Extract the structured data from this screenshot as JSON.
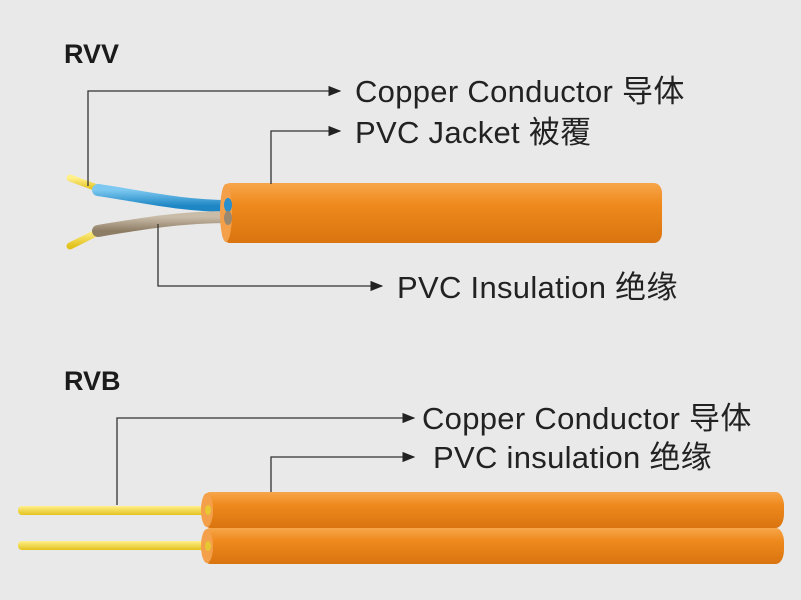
{
  "rvv": {
    "title": "RVV",
    "labels": {
      "conductor": "Copper Conductor 导体",
      "jacket": "PVC Jacket  被覆",
      "insulation": "PVC Insulation 绝缘"
    }
  },
  "rvb": {
    "title": "RVB",
    "labels": {
      "conductor": "Copper Conductor 导体",
      "insulation": "PVC insulation 绝缘"
    }
  },
  "colors": {
    "background": "#e9e9e9",
    "jacket_orange": "#ef8a1e",
    "wire_blue": "#3aa9e0",
    "wire_brown": "#a89880",
    "copper_yellow": "#f0d23c",
    "leader_line": "#333333"
  }
}
